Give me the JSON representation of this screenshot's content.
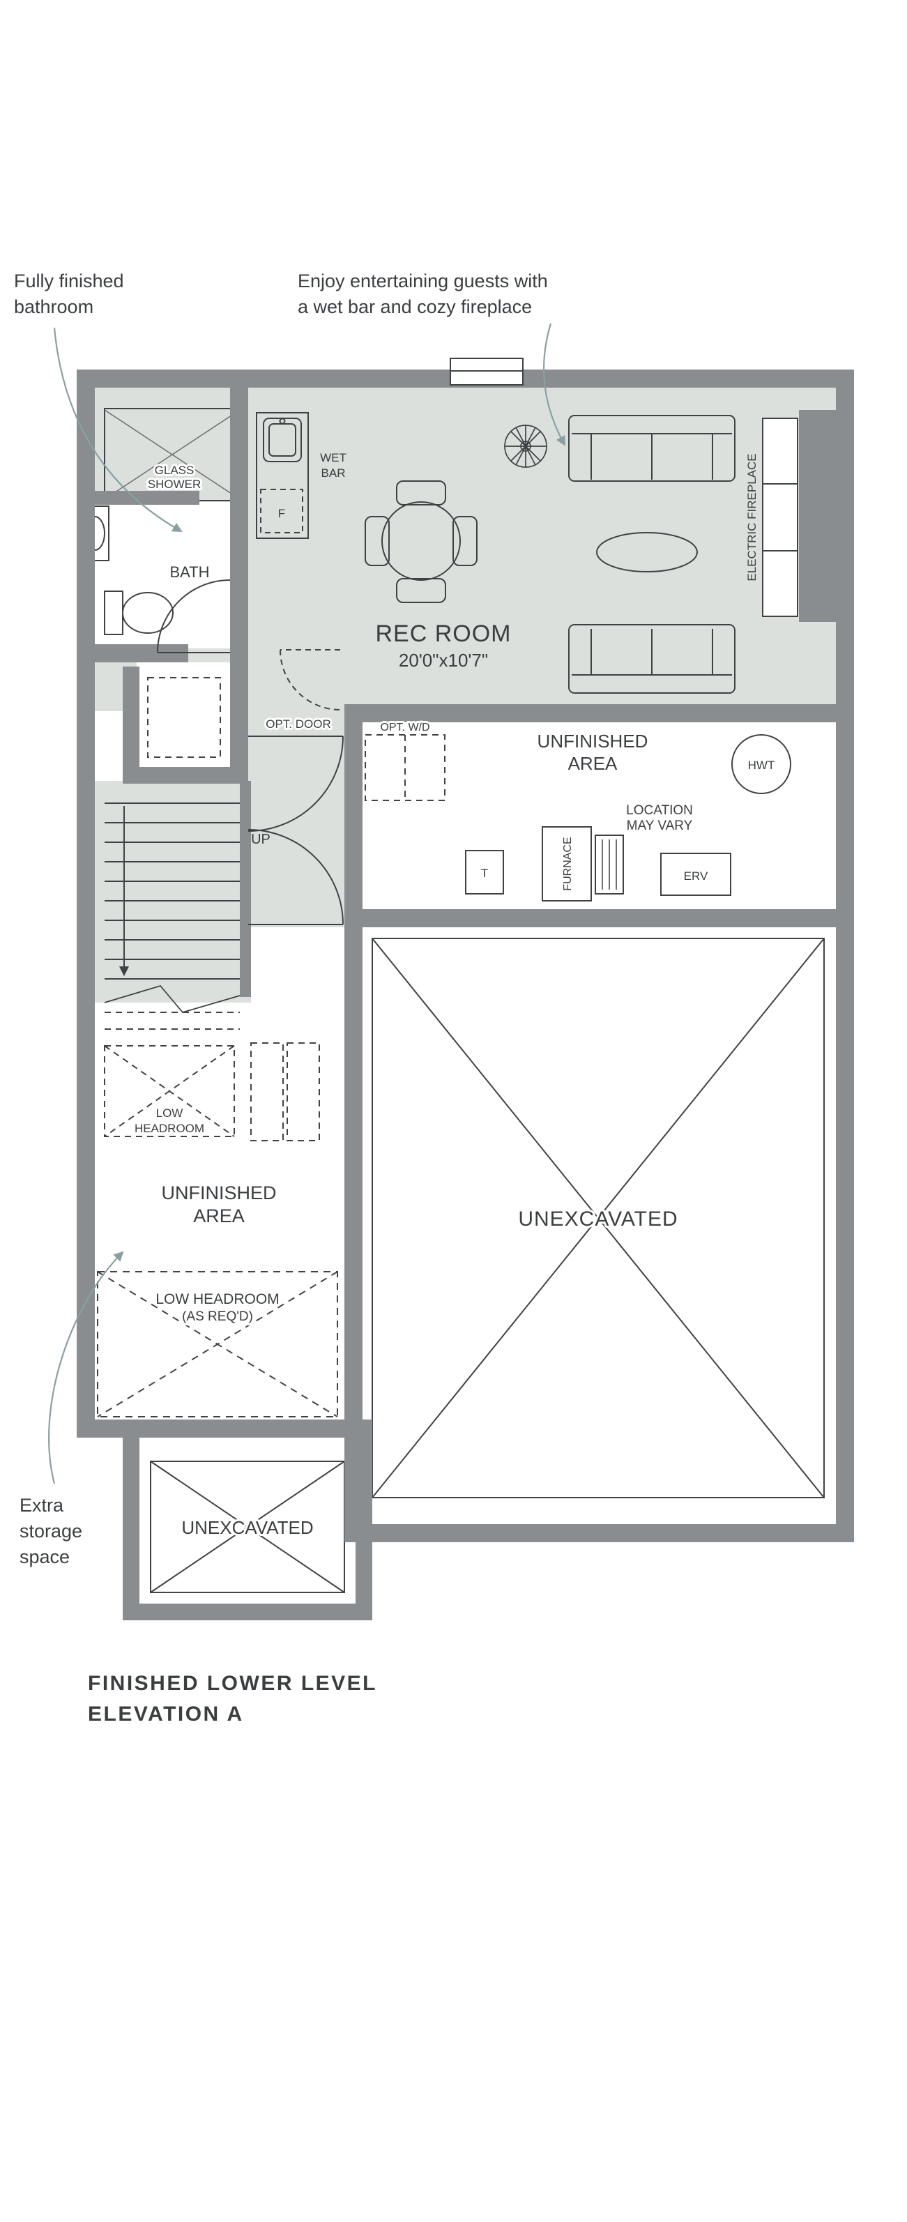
{
  "colors": {
    "wall": "#8a8d8f",
    "finished_floor": "#dbe0dc",
    "plan_line": "#3f4244",
    "annotation_text": "#8ba0a2",
    "title_text": "#1b3c53"
  },
  "annotations": {
    "bathroom": {
      "line1": "Fully finished",
      "line2": "bathroom"
    },
    "entertain": {
      "line1": "Enjoy entertaining guests with",
      "line2": "a wet bar and cozy fireplace"
    },
    "storage": {
      "line1": "Extra",
      "line2": "storage",
      "line3": "space"
    }
  },
  "title": {
    "line1": "FINISHED LOWER LEVEL",
    "line2": "ELEVATION A"
  },
  "labels": {
    "rec_room": "REC ROOM",
    "rec_dims": "20'0\"x10'7\"",
    "bath": "BATH",
    "glass1": "GLASS",
    "glass2": "SHOWER",
    "wet1": "WET",
    "wet2": "BAR",
    "fridge": "F",
    "opt_door": "OPT. DOOR",
    "opt_wd": "OPT. W/D",
    "up": "UP",
    "unfinished_right1": "UNFINISHED",
    "unfinished_right2": "AREA",
    "unfinished_left1": "UNFINISHED",
    "unfinished_left2": "AREA",
    "hwt": "HWT",
    "location1": "LOCATION",
    "location2": "MAY VARY",
    "t": "T",
    "furnace": "FURNACE",
    "erv": "ERV",
    "fireplace": "ELECTRIC FIREPLACE",
    "unexcavated_big": "UNEXCAVATED",
    "unexcavated_small": "UNEXCAVATED",
    "low_headroom_stair1": "LOW",
    "low_headroom_stair2": "HEADROOM",
    "low_headroom_big1": "LOW HEADROOM",
    "low_headroom_big2": "(AS REQ'D)"
  }
}
